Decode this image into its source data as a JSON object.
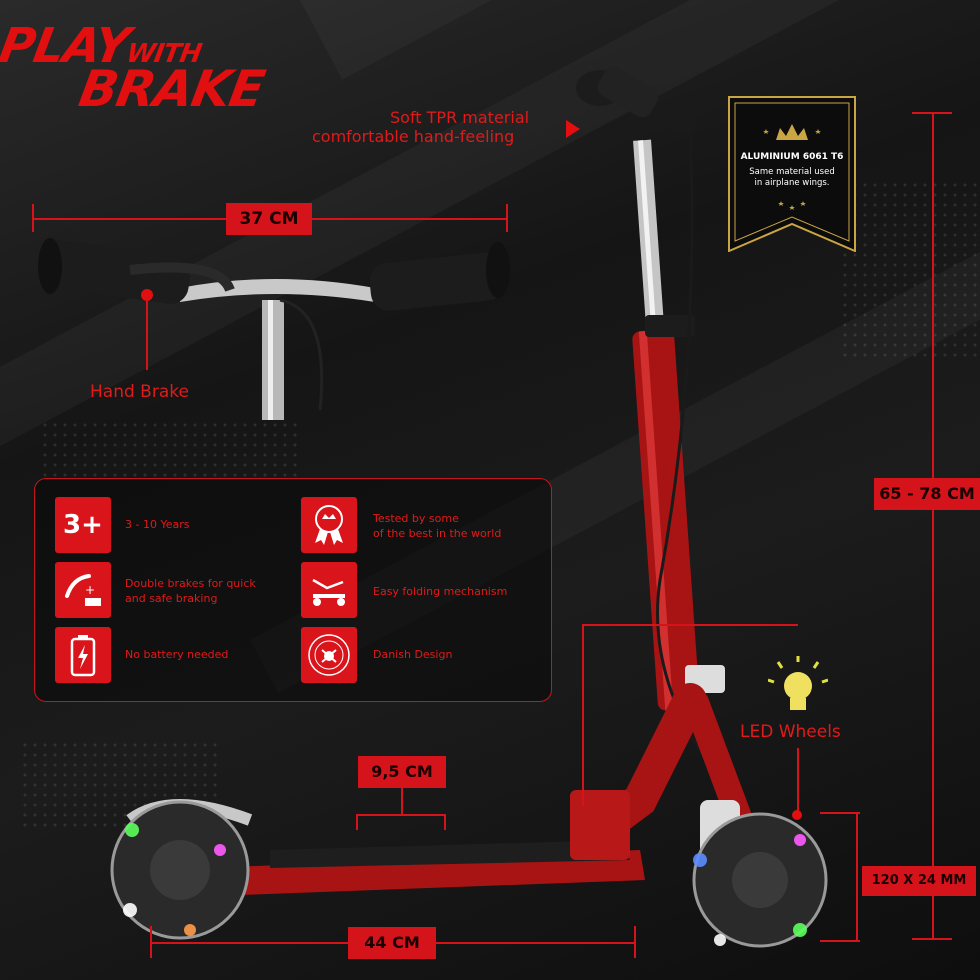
{
  "header": {
    "title_line1": "PLAY",
    "title_with": "WITH",
    "title_line2": "BRAKE"
  },
  "callouts": {
    "grip_line1": "Soft TPR material",
    "grip_line2": "comfortable hand-feeling",
    "hand_brake": "Hand Brake",
    "led_wheels": "LED Wheels"
  },
  "dimensions": {
    "handlebar_width": "37 CM",
    "height_range": "65 - 78 CM",
    "deck_height": "9,5 CM",
    "deck_length": "44 CM",
    "wheel_size": "120 X 24 MM"
  },
  "badge": {
    "line1": "ALUMINIUM 6061 T6",
    "line2": "Same material used",
    "line3": "in airplane wings."
  },
  "features": [
    {
      "icon": "age-icon",
      "icon_text": "3+",
      "text_line1": "3 - 10 Years",
      "text_line2": ""
    },
    {
      "icon": "award-ribbon-icon",
      "icon_text": "",
      "text_line1": "Tested by some",
      "text_line2": "of the best in the world"
    },
    {
      "icon": "brake-icon",
      "icon_text": "",
      "text_line1": "Double brakes for quick",
      "text_line2": "and safe braking"
    },
    {
      "icon": "folding-scooter-icon",
      "icon_text": "",
      "text_line1": "Easy folding mechanism",
      "text_line2": ""
    },
    {
      "icon": "battery-icon",
      "icon_text": "",
      "text_line1": "No battery needed",
      "text_line2": ""
    },
    {
      "icon": "danish-design-seal-icon",
      "icon_text": "",
      "text_line1": "Danish Design",
      "text_line2": ""
    }
  ],
  "colors": {
    "accent": "#d4141a",
    "background": "#151515",
    "scooter": "#a81414",
    "gold": "#c9a544"
  }
}
